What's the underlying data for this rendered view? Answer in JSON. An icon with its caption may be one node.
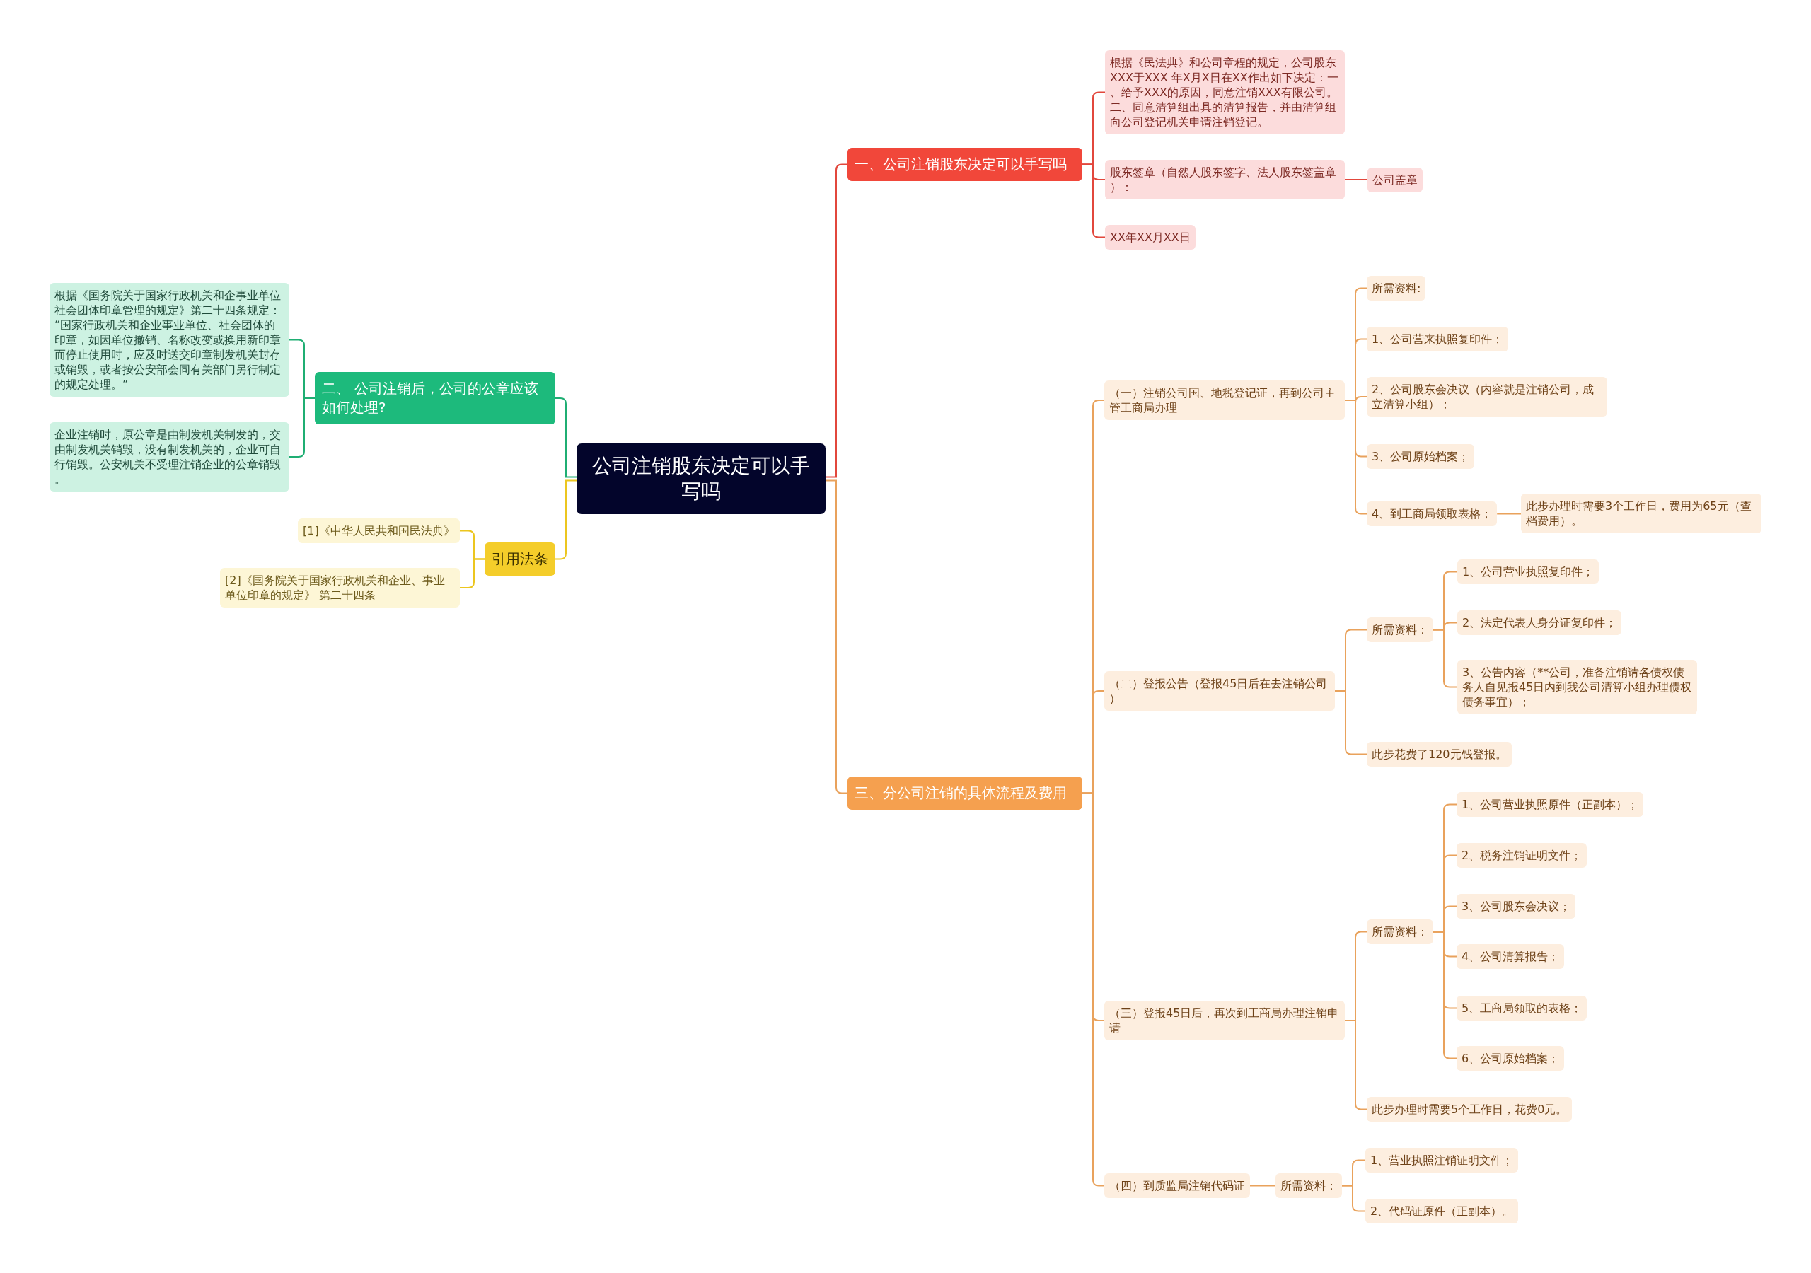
{
  "diagram": {
    "nodes": [
      {
        "text": [
          "公司注销股东决定可以手写吗"
        ]
      },
      {
        "text": [
          "一、公司注销股东决定可以手写吗"
        ]
      },
      {
        "text": [
          "根据《民法典》和公司章程的规定，公司股东XXX于XXX 年X月X日在XX作出如下决定：一、给予XXX的原因，同意注销XXX有限公司。二、同意清算组出具的清算报告，并由清算组向公司登记机关申请注销登记。"
        ]
      },
      {
        "text": [
          "股东签章（自然人股东签字、法人股东签盖章）："
        ]
      },
      {
        "text": [
          "公司盖章"
        ]
      },
      {
        "text": [
          "XX年XX月XX日"
        ]
      },
      {
        "text": [
          "二、 公司注销后，公司的公章应该如何处理?"
        ]
      },
      {
        "text": [
          "根据《国务院关于国家行政机关和企事业单位社会团体印章管理的规定》第二十四条规定：“国家行政机关和企业事业单位、社会团体的印章，如因单位撤销、名称改变或换用新印章而停止使用时，应及时送交印章制发机关封存或销毁，或者按公安部会同有关部门另行制定的规定处理。”"
        ]
      },
      {
        "text": [
          "企业注销时，原公章是由制发机关制发的，交由制发机关销毁，没有制发机关的，企业可自行销毁。公安机关不受理注销企业的公章销毁。"
        ]
      },
      {
        "text": [
          "引用法条"
        ]
      },
      {
        "text": [
          "[1]《中华人民共和国民法典》"
        ]
      },
      {
        "text": [
          "[2]《国务院关于国家行政机关和企业、事业单位印章的规定》 第二十四条"
        ]
      },
      {
        "text": [
          "三、分公司注销的具体流程及费用"
        ]
      },
      {
        "text": [
          "（一）注销公司国、地税登记证，再到公司主管工商局办理"
        ]
      },
      {
        "text": [
          "所需资料:"
        ]
      },
      {
        "text": [
          "1、公司营来执照复印件；"
        ]
      },
      {
        "text": [
          "2、公司股东会决议（内容就是注销公司，成立清算小组）；"
        ]
      },
      {
        "text": [
          "3、公司原始档案；"
        ]
      },
      {
        "text": [
          "4、到工商局领取表格；"
        ]
      },
      {
        "text": [
          "此步办理时需要3个工作日，费用为65元（查档费用）。"
        ]
      },
      {
        "text": [
          "（二）登报公告（登报45日后在去注销公司）"
        ]
      },
      {
        "text": [
          "所需资料："
        ]
      },
      {
        "text": [
          "1、公司营业执照复印件；"
        ]
      },
      {
        "text": [
          "2、法定代表人身分证复印件；"
        ]
      },
      {
        "text": [
          "3、公告内容（**公司，准备注销请各债权债务人自见报45日内到我公司清算小组办理债权债务事宜）；"
        ]
      },
      {
        "text": [
          "此步花费了120元钱登报。"
        ]
      },
      {
        "text": [
          "（三）登报45日后，再次到工商局办理注销申请"
        ]
      },
      {
        "text": [
          "所需资料："
        ]
      },
      {
        "text": [
          "1、公司营业执照原件（正副本）；"
        ]
      },
      {
        "text": [
          "2、税务注销证明文件；"
        ]
      },
      {
        "text": [
          "3、公司股东会决议；"
        ]
      },
      {
        "text": [
          "4、公司清算报告；"
        ]
      },
      {
        "text": [
          "5、工商局领取的表格；"
        ]
      },
      {
        "text": [
          "6、公司原始档案；"
        ]
      },
      {
        "text": [
          "此步办理时需要5个工作日，花费0元。"
        ]
      },
      {
        "text": [
          "（四）到质监局注销代码证"
        ]
      },
      {
        "text": [
          "所需资料："
        ]
      },
      {
        "text": [
          "1、营业执照注销证明文件；"
        ]
      },
      {
        "text": [
          "2、代码证原件（正副本）。"
        ]
      }
    ],
    "edges": [
      {
        "from": 0,
        "to": 1,
        "arrow": "none",
        "color": "#e2473c"
      },
      {
        "from": 1,
        "to": 2,
        "arrow": "none",
        "color": "#e2473c"
      },
      {
        "from": 1,
        "to": 3,
        "arrow": "none",
        "color": "#e2473c"
      },
      {
        "from": 3,
        "to": 4,
        "arrow": "none",
        "color": "#e2473c"
      },
      {
        "from": 1,
        "to": 5,
        "arrow": "none",
        "color": "#e2473c"
      },
      {
        "from": 0,
        "to": 6,
        "arrow": "none",
        "color": "#1fae73"
      },
      {
        "from": 6,
        "to": 7,
        "arrow": "none",
        "color": "#1fae73"
      },
      {
        "from": 6,
        "to": 8,
        "arrow": "none",
        "color": "#1fae73"
      },
      {
        "from": 0,
        "to": 9,
        "arrow": "none",
        "color": "#ecc61f"
      },
      {
        "from": 9,
        "to": 10,
        "arrow": "none",
        "color": "#ecc61f"
      },
      {
        "from": 9,
        "to": 11,
        "arrow": "none",
        "color": "#ecc61f"
      },
      {
        "from": 0,
        "to": 12,
        "arrow": "none"
      },
      {
        "from": 12,
        "to": 13,
        "arrow": "none"
      },
      {
        "from": 13,
        "to": 14,
        "arrow": "none"
      },
      {
        "from": 13,
        "to": 15,
        "arrow": "none"
      },
      {
        "from": 13,
        "to": 16,
        "arrow": "none"
      },
      {
        "from": 13,
        "to": 17,
        "arrow": "none"
      },
      {
        "from": 13,
        "to": 18,
        "arrow": "none"
      },
      {
        "from": 18,
        "to": 19,
        "arrow": "none"
      },
      {
        "from": 12,
        "to": 20,
        "arrow": "none"
      },
      {
        "from": 20,
        "to": 21,
        "arrow": "none"
      },
      {
        "from": 21,
        "to": 22,
        "arrow": "none"
      },
      {
        "from": 21,
        "to": 23,
        "arrow": "none"
      },
      {
        "from": 21,
        "to": 24,
        "arrow": "none"
      },
      {
        "from": 20,
        "to": 25,
        "arrow": "none"
      },
      {
        "from": 12,
        "to": 26,
        "arrow": "none"
      },
      {
        "from": 26,
        "to": 27,
        "arrow": "none"
      },
      {
        "from": 27,
        "to": 28,
        "arrow": "none"
      },
      {
        "from": 27,
        "to": 29,
        "arrow": "none"
      },
      {
        "from": 27,
        "to": 30,
        "arrow": "none"
      },
      {
        "from": 27,
        "to": 31,
        "arrow": "none"
      },
      {
        "from": 27,
        "to": 32,
        "arrow": "none"
      },
      {
        "from": 27,
        "to": 33,
        "arrow": "none"
      },
      {
        "from": 26,
        "to": 34,
        "arrow": "none"
      },
      {
        "from": 12,
        "to": 35,
        "arrow": "none"
      },
      {
        "from": 35,
        "to": 36,
        "arrow": "none"
      },
      {
        "from": 36,
        "to": 37,
        "arrow": "none"
      },
      {
        "from": 36,
        "to": 38,
        "arrow": "none"
      }
    ]
  }
}
